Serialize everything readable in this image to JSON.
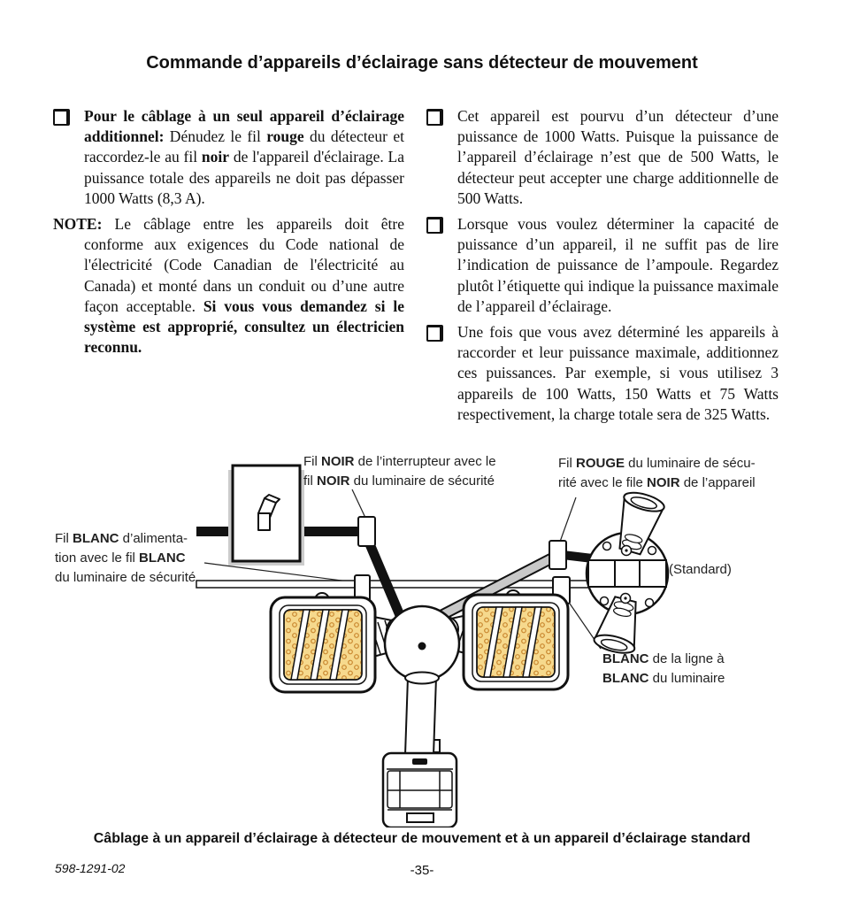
{
  "page": {
    "title": "Commande d’appareils d’éclairage sans détecteur de mouvement",
    "caption": "Câblage à un appareil d’éclairage à détecteur de mouvement et à un appareil d’éclairage standard",
    "doc_number": "598-1291-02",
    "page_number": "-35-"
  },
  "content": {
    "left": {
      "item1": [
        {
          "b": true,
          "t": "Pour le câblage à un seul appareil d’éclairage additionnel:"
        },
        {
          "t": " Dénudez le fil "
        },
        {
          "b": true,
          "t": "rouge"
        },
        {
          "t": " du détecteur et raccordez-le au fil "
        },
        {
          "b": true,
          "t": "noir"
        },
        {
          "t": " de l'appareil d'éclairage. La puissance totale des appareils ne doit pas dépasser 1000 Watts (8,3 A)."
        }
      ],
      "note": [
        {
          "b": true,
          "t": "NOTE:"
        },
        {
          "t": " Le câblage entre les appareils doit être conforme aux exigences du Code national de l'électricité (Code Canadian de l'électricité au Canada) et monté dans un conduit ou d’une autre façon acceptable. "
        },
        {
          "b": true,
          "t": "Si vous vous demandez si le système est approprié, consultez un électricien reconnu."
        }
      ]
    },
    "right": {
      "item1": [
        {
          "t": "Cet appareil est pourvu d’un détecteur d’une puissance de 1000 Watts. Puisque la puissance de l’appareil d’éclairage n’est que de 500 Watts, le détecteur peut accepter une charge additionnelle de 500 Watts."
        }
      ],
      "item2": [
        {
          "t": "Lorsque vous voulez déterminer la capacité de puissance d’un appareil, il ne suffit pas de lire l’indication de puissance de l’ampoule. Regardez plutôt l’étiquette qui indique la puissance maximale de l’appareil d’éclairage."
        }
      ],
      "item3": [
        {
          "t": "Une fois que vous avez déterminé les appareils à raccorder et leur puissance maximale, additionnez ces puissances. Par exemple, si vous utilisez 3 appareils de 100 Watts, 150 Watts et 75 Watts respectivement, la charge totale sera de 325 Watts."
        }
      ]
    }
  },
  "diagram": {
    "labels": {
      "black_wire": [
        {
          "t": "Fil "
        },
        {
          "b": true,
          "t": "NOIR"
        },
        {
          "t": " de l’interrupteur avec le\nfil "
        },
        {
          "b": true,
          "t": "NOIR"
        },
        {
          "t": " du luminaire de sécurité"
        }
      ],
      "red_wire": [
        {
          "t": "Fil "
        },
        {
          "b": true,
          "t": "ROUGE"
        },
        {
          "t": " du luminaire de sécu-\nrité avec le file "
        },
        {
          "b": true,
          "t": "NOIR"
        },
        {
          "t": " de l’appareil"
        }
      ],
      "white_wire_left": [
        {
          "t": "Fil "
        },
        {
          "b": true,
          "t": "BLANC"
        },
        {
          "t": " d’alimenta-\ntion avec le fil "
        },
        {
          "b": true,
          "t": "BLANC"
        },
        {
          "t": "\ndu luminaire de sécurité"
        }
      ],
      "standard": "(Standard)",
      "white_wire_right": [
        {
          "b": true,
          "t": "BLANC"
        },
        {
          "t": " de la ligne à\n"
        },
        {
          "b": true,
          "t": "BLANC"
        },
        {
          "t": " du luminaire"
        }
      ]
    },
    "colors": {
      "lens_yellow": "#F6D98D",
      "lens_dot": "#C9872F",
      "wire_gray": "#C8C8C8",
      "ink": "#111111"
    }
  }
}
